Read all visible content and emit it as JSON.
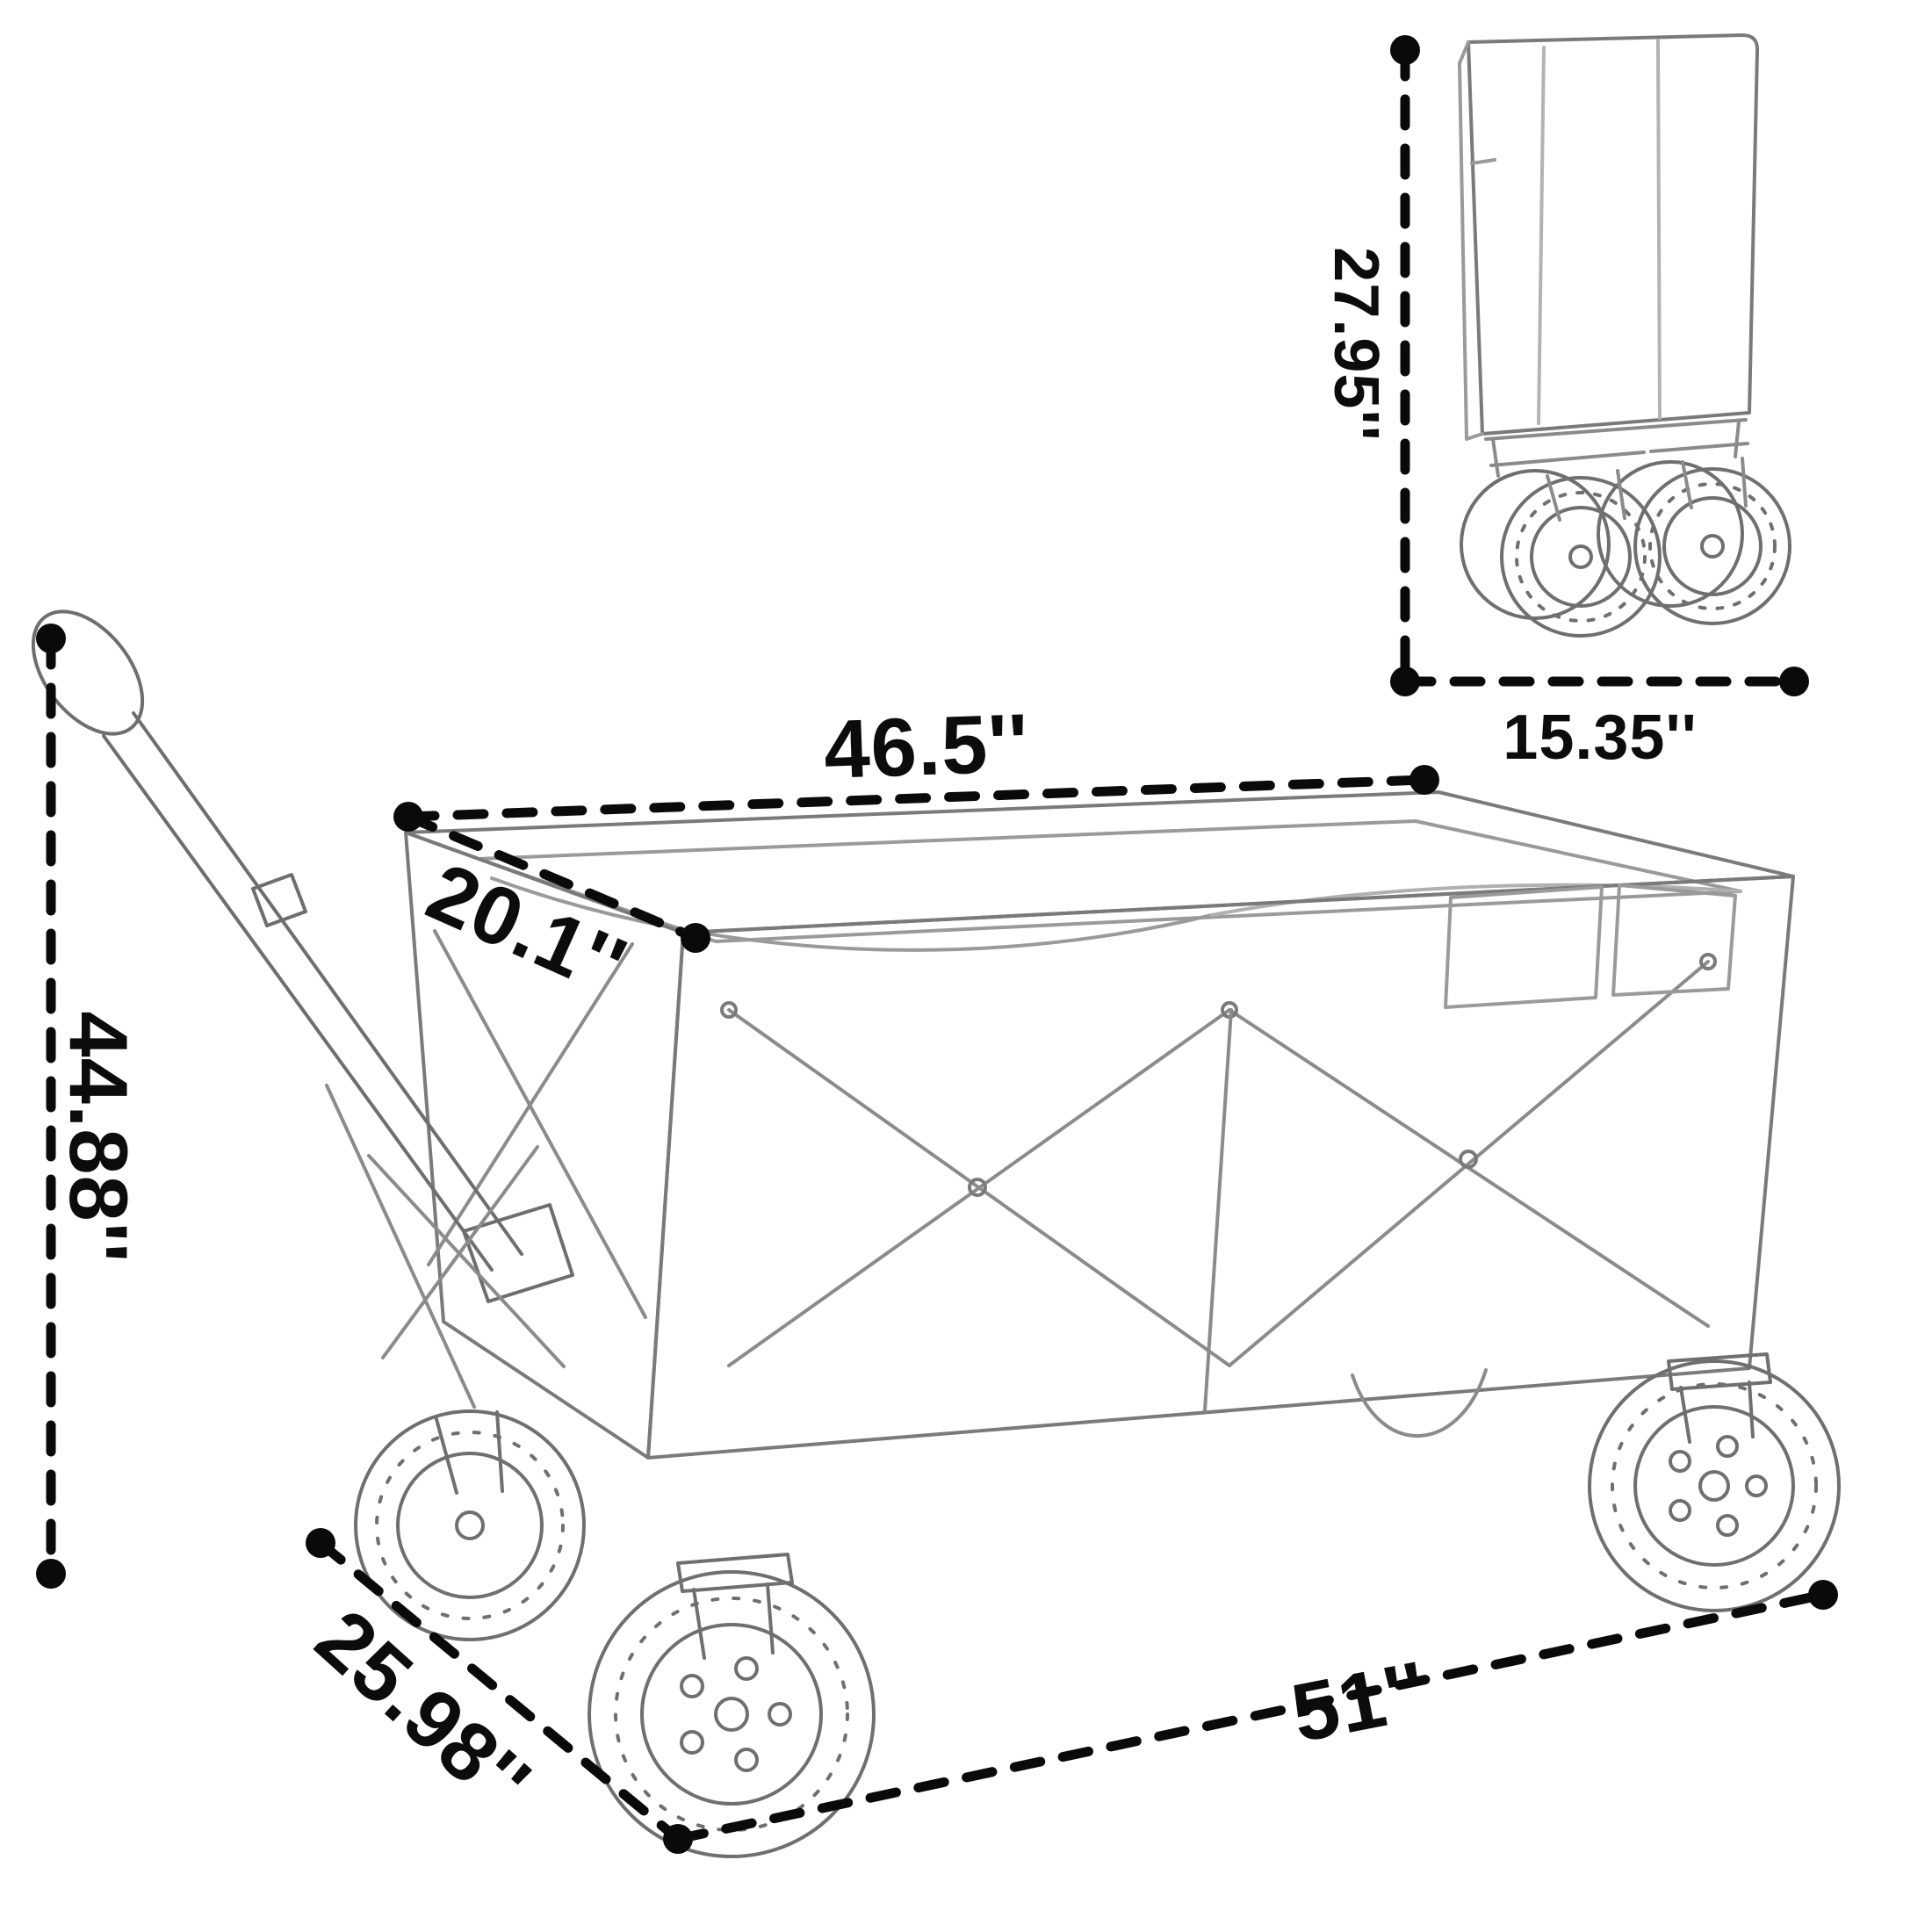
{
  "main_view": {
    "dim_top_width": "46.5''",
    "dim_top_depth": "20.1''",
    "dim_height": "44.88''",
    "dim_bottom_depth": "25.98''",
    "dim_bottom_length": "51''"
  },
  "folded_view": {
    "dim_height": "27.95''",
    "dim_width": "15.35''"
  }
}
